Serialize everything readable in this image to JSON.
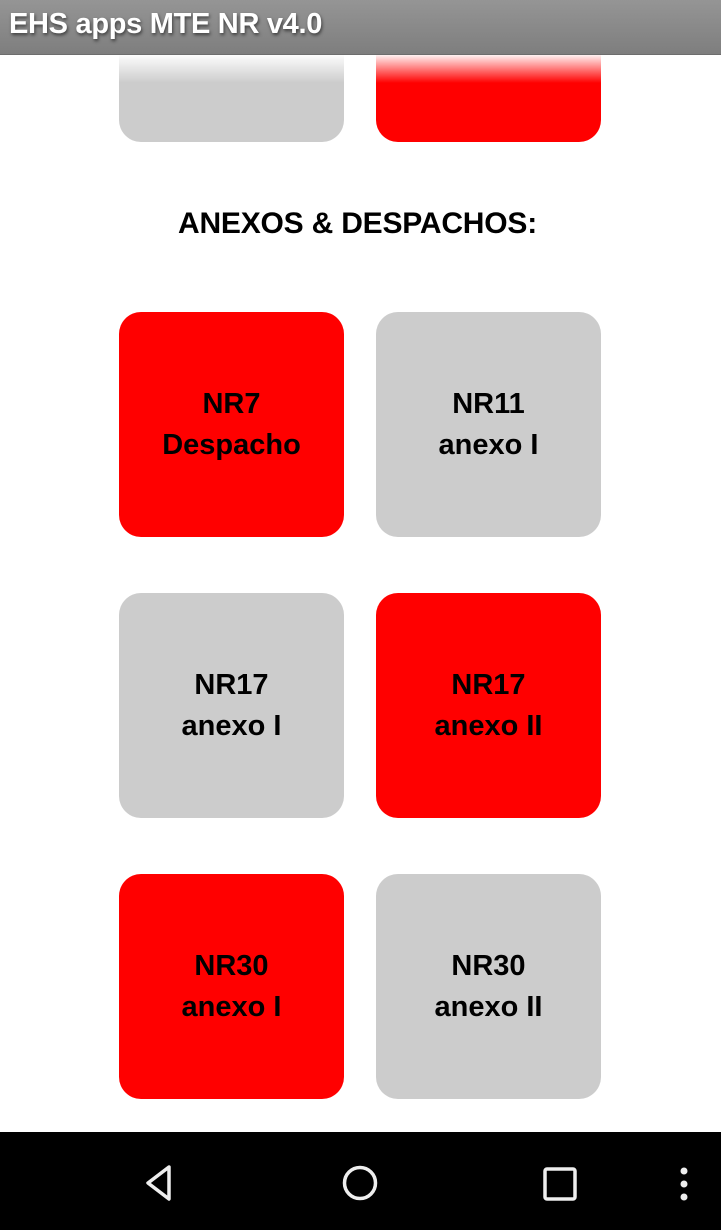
{
  "app": {
    "title": "EHS apps MTE NR v4.0"
  },
  "colors": {
    "active_red": "#ff0000",
    "inactive_gray": "#cccccc",
    "title_bar": "#8a8a8a",
    "nav_bar": "#000000"
  },
  "top_partial_tiles": [
    {
      "label": "",
      "color": "gray"
    },
    {
      "label": "",
      "color": "red"
    }
  ],
  "section": {
    "heading": "ANEXOS & DESPACHOS:"
  },
  "tiles": [
    {
      "line1": "NR7",
      "line2": "Despacho",
      "color": "red"
    },
    {
      "line1": "NR11",
      "line2": "anexo I",
      "color": "gray"
    },
    {
      "line1": "NR17",
      "line2": "anexo I",
      "color": "gray"
    },
    {
      "line1": "NR17",
      "line2": "anexo II",
      "color": "red"
    },
    {
      "line1": "NR30",
      "line2": "anexo I",
      "color": "red"
    },
    {
      "line1": "NR30",
      "line2": "anexo II",
      "color": "gray"
    }
  ],
  "nav_bar": {
    "buttons": [
      {
        "icon": "back-icon"
      },
      {
        "icon": "home-icon"
      },
      {
        "icon": "recents-icon"
      },
      {
        "icon": "menu-icon"
      }
    ]
  }
}
